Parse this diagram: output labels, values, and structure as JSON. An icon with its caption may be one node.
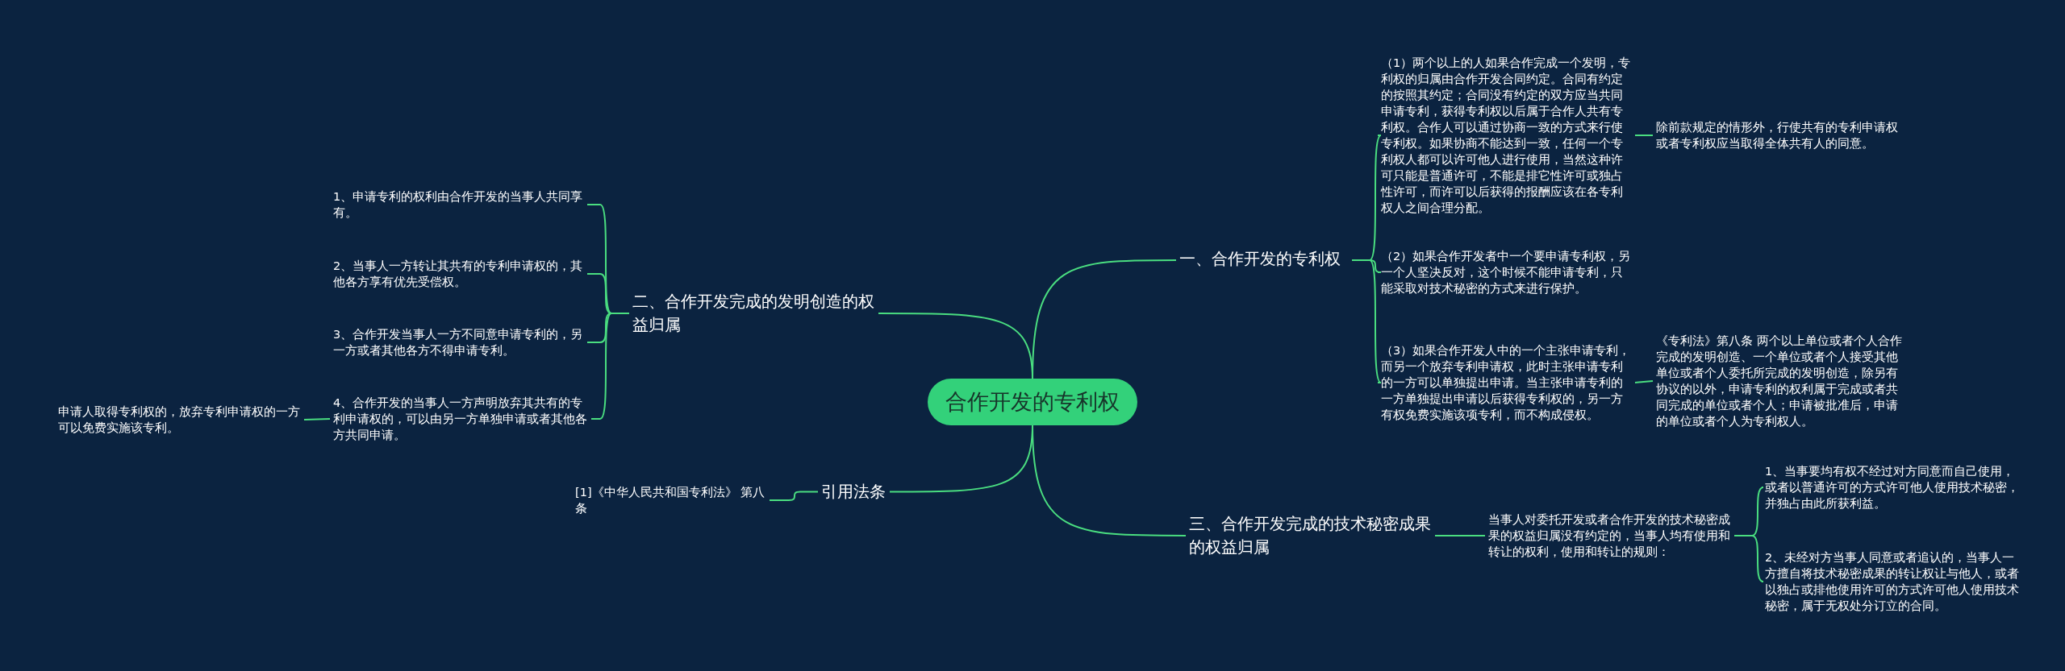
{
  "diagram": {
    "nodes": [
      {
        "text": [
          "合作开发的专利权"
        ]
      },
      {
        "text": [
          "一、合作开发的专利权"
        ]
      },
      {
        "text": [
          "（1）两个以上的人如果合作完成一个发明，专利权的归属由合作开发合同约定。合同有约定的按照其约定；合同没有约定的双方应当共同申请专利，获得专利权以后属于合作人共有专利权。合作人可以通过协商一致的方式来行使专利权。如果协商不能达到一致，任何一个专利权人都可以许可他人进行使用，当然这种许可只能是普通许可，不能是排它性许可或独占性许可，而许可以后获得的报酬应该在各专利权人之间合理分配。"
        ]
      },
      {
        "text": [
          "除前款规定的情形外，行使共有的专利申请权或者专利权应当取得全体共有人的同意。"
        ]
      },
      {
        "text": [
          "（2）如果合作开发者中一个要申请专利权，另一个人坚决反对，这个时候不能申请专利，只能采取对技术秘密的方式来进行保护。"
        ]
      },
      {
        "text": [
          "（3）如果合作开发人中的一个主张申请专利，而另一个放弃专利申请权，此时主张申请专利的一方可以单独提出申请。当主张申请专利的一方单独提出申请以后获得专利权的，另一方有权免费实施该项专利，而不构成侵权。"
        ]
      },
      {
        "text": [
          "《专利法》第八条  两个以上单位或者个人合作完成的发明创造、一个单位或者个人接受其他单位或者个人委托所完成的发明创造，除另有协议的以外，申请专利的权利属于完成或者共同完成的单位或者个人；申请被批准后，申请的单位或者个人为专利权人。"
        ]
      },
      {
        "text": [
          "三、合作开发完成的技术秘密成果的权益归属"
        ]
      },
      {
        "text": [
          "当事人对委托开发或者合作开发的技术秘密成果的权益归属没有约定的，当事人均有使用和转让的权利，使用和转让的规则："
        ]
      },
      {
        "text": [
          "1、当事要均有权不经过对方同意而自己使用，或者以普通许可的方式许可他人使用技术秘密，并独占由此所获利益。"
        ]
      },
      {
        "text": [
          "2、未经对方当事人同意或者追认的，当事人一方擅自将技术秘密成果的转让权让与他人，或者以独占或排他使用许可的方式许可他人使用技术秘密，属于无权处分订立的合同。"
        ]
      },
      {
        "text": [
          "二、合作开发完成的发明创造的权益归属"
        ]
      },
      {
        "text": [
          "1、申请专利的权利由合作开发的当事人共同享有。"
        ]
      },
      {
        "text": [
          "2、当事人一方转让其共有的专利申请权的，其他各方享有优先受偿权。"
        ]
      },
      {
        "text": [
          "3、合作开发当事人一方不同意申请专利的，另一方或者其他各方不得申请专利。"
        ]
      },
      {
        "text": [
          "4、合作开发的当事人一方声明放弃其共有的专利申请权的，可以由另一方单独申请或者其他各方共同申请。"
        ]
      },
      {
        "text": [
          "申请人取得专利权的，放弃专利申请权的一方可以免费实施该专利。"
        ]
      },
      {
        "text": [
          "引用法条"
        ]
      },
      {
        "text": [
          "[1]《中华人民共和国专利法》 第八条"
        ]
      }
    ],
    "edges": [
      {
        "from": 0,
        "to": 1,
        "arrow": "none"
      },
      {
        "from": 1,
        "to": 2,
        "arrow": "none"
      },
      {
        "from": 2,
        "to": 3,
        "arrow": "none"
      },
      {
        "from": 1,
        "to": 4,
        "arrow": "none"
      },
      {
        "from": 1,
        "to": 5,
        "arrow": "none"
      },
      {
        "from": 5,
        "to": 6,
        "arrow": "none"
      },
      {
        "from": 0,
        "to": 7,
        "arrow": "none"
      },
      {
        "from": 7,
        "to": 8,
        "arrow": "none"
      },
      {
        "from": 8,
        "to": 9,
        "arrow": "none"
      },
      {
        "from": 8,
        "to": 10,
        "arrow": "none"
      },
      {
        "from": 0,
        "to": 11,
        "arrow": "none"
      },
      {
        "from": 11,
        "to": 12,
        "arrow": "none"
      },
      {
        "from": 11,
        "to": 13,
        "arrow": "none"
      },
      {
        "from": 11,
        "to": 14,
        "arrow": "none"
      },
      {
        "from": 11,
        "to": 15,
        "arrow": "none"
      },
      {
        "from": 15,
        "to": 16,
        "arrow": "none"
      },
      {
        "from": 0,
        "to": 17,
        "arrow": "none"
      },
      {
        "from": 17,
        "to": 18,
        "arrow": "none"
      }
    ]
  }
}
